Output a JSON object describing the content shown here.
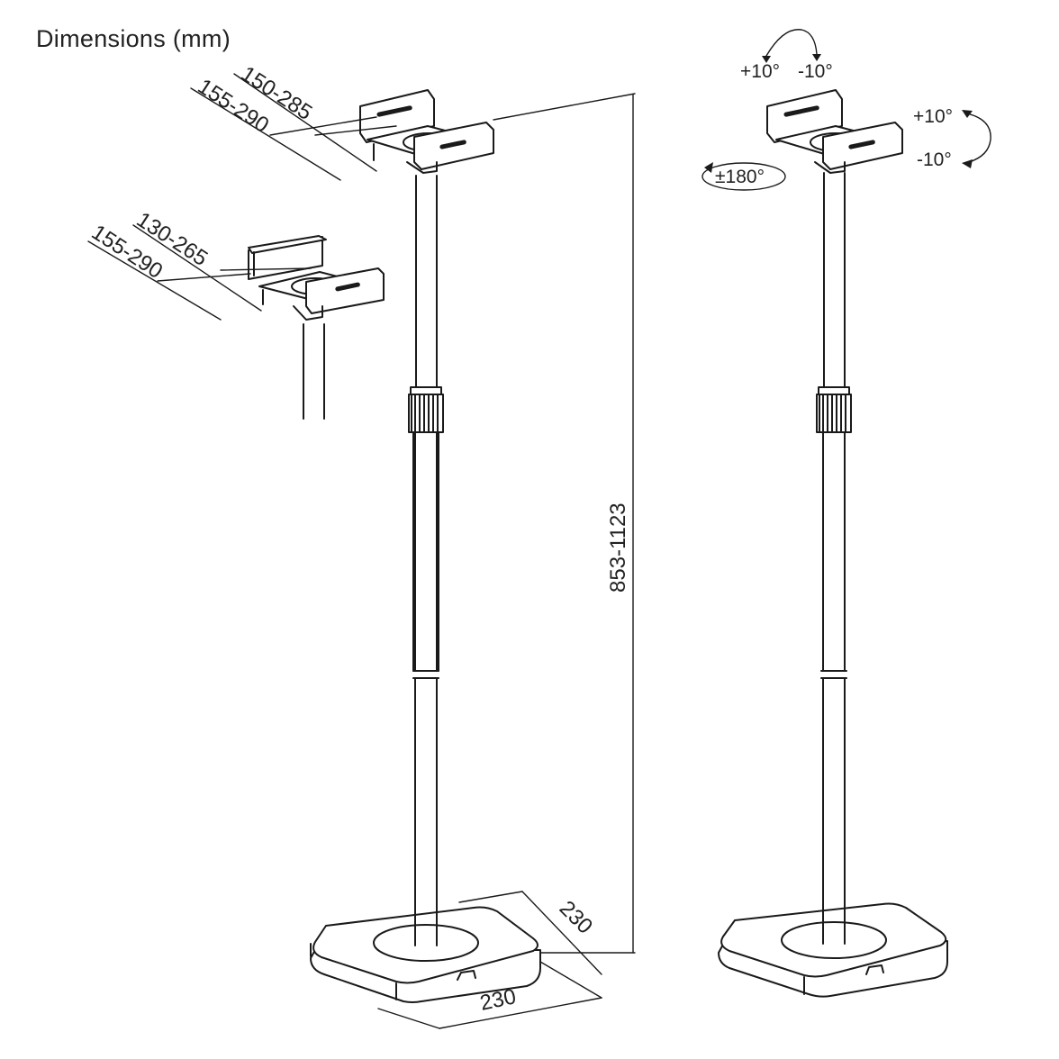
{
  "title": "Dimensions (mm)",
  "labels": {
    "top_width_outer": "155-290",
    "top_width_inner": "150-285",
    "alt_width_outer": "155-290",
    "alt_width_inner": "130-265",
    "height_range": "853-1123",
    "base_depth": "230",
    "base_width": "230",
    "tilt_plus_front": "+10°",
    "tilt_minus_front": "-10°",
    "tilt_plus_side": "+10°",
    "tilt_minus_side": "-10°",
    "swivel": "±180°"
  },
  "icons": {
    "tilt_front_arrow": "curved-double-arrow-icon",
    "tilt_side_arrow": "curved-double-arrow-icon",
    "swivel_arrow": "rotation-ellipse-icon"
  }
}
